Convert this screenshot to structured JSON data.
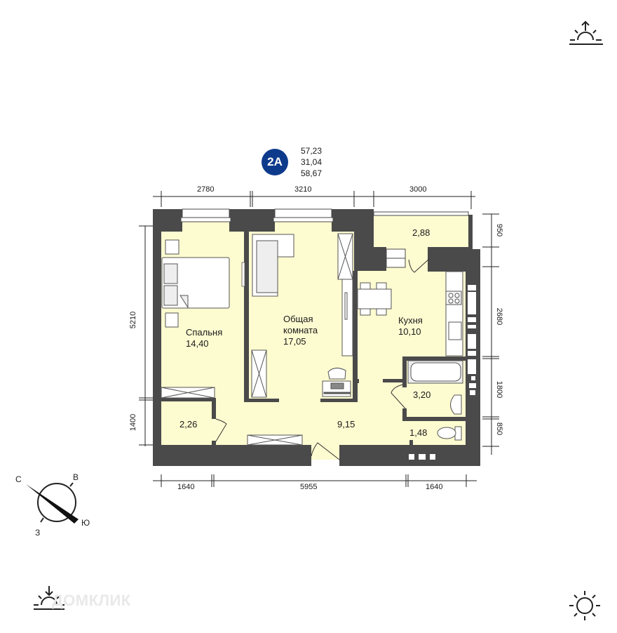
{
  "apartment": {
    "type_badge": "2А",
    "badge_color": "#0e3a8c",
    "areas": {
      "total": "57,23",
      "living": "31,04",
      "with_balcony": "58,67"
    }
  },
  "rooms": [
    {
      "id": "bedroom",
      "name": "Спальня",
      "area": "14,40"
    },
    {
      "id": "living-room",
      "name_line1": "Общая",
      "name_line2": "комната",
      "area": "17,05"
    },
    {
      "id": "kitchen",
      "name": "Кухня",
      "area": "10,10"
    },
    {
      "id": "balcony",
      "area": "2,88"
    },
    {
      "id": "storage",
      "area": "2,26"
    },
    {
      "id": "hallway",
      "area": "9,15"
    },
    {
      "id": "bathroom",
      "area": "3,20"
    },
    {
      "id": "toilet",
      "area": "1,48"
    }
  ],
  "dimensions": {
    "top": [
      "2780",
      "3210",
      "3000"
    ],
    "bottom": [
      "1640",
      "5955",
      "1640"
    ],
    "left": [
      "5210",
      "1400"
    ],
    "right": [
      "950",
      "2680",
      "1800",
      "850"
    ]
  },
  "compass": {
    "north": "С",
    "east": "В",
    "south": "Ю",
    "west": "З"
  },
  "icons": {
    "top_right": "sunrise-icon",
    "bottom_left": "sunset-icon",
    "bottom_right": "sun-icon"
  },
  "colors": {
    "wall": "#4a4a4a",
    "floor": "#fdfbd0",
    "accent": "#0e3a8c"
  },
  "watermark": "ДОМКЛИК"
}
